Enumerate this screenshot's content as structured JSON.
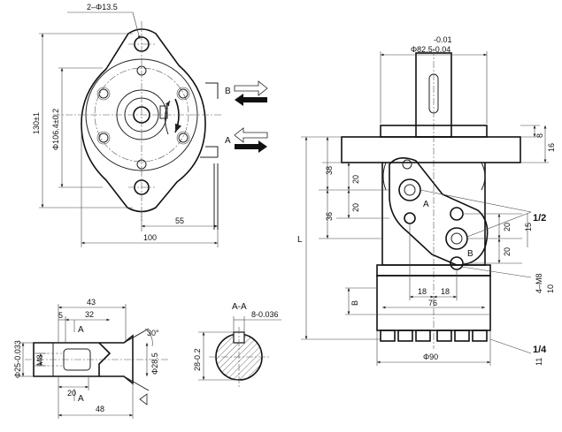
{
  "top_view": {
    "holes_callout": "2–Φ13.5",
    "dim_height": "130±1",
    "dim_bolt_circle": "Φ106.4±0.2",
    "dim_55": "55",
    "dim_100": "100",
    "port_b": "B",
    "port_a": "A"
  },
  "side_view": {
    "tol_upper": "-0.01",
    "pilot_dia": "Φ82.5-0.04",
    "dim_8": "8",
    "dim_16": "16",
    "dim_38": "38",
    "dim_20a": "20",
    "dim_20b": "20",
    "dim_36": "36",
    "dim_L": "L",
    "port_a": "A",
    "port_b": "B",
    "dim_20c": "20",
    "dim_15": "15",
    "dim_20d": "20",
    "thread_half": "1/2",
    "thread_m8": "4–M8",
    "dim_10": "10",
    "dim_18a": "18",
    "dim_18b": "18",
    "dim_76": "76",
    "dim_b": "B",
    "thread_quarter": "1/4",
    "dim_11": "11",
    "dim_90": "Φ90"
  },
  "shaft_view": {
    "dim_43": "43",
    "dim_5": "5",
    "dim_32": "32",
    "section_a_top": "A",
    "section_a_bottom": "A",
    "dim_shaft_dia": "Φ25-0.033",
    "dim_m8": "M8",
    "dim_30deg": "30°",
    "dim_28_5": "Φ28.5",
    "dim_20": "20",
    "dim_48": "48"
  },
  "section_view": {
    "title": "A-A",
    "key_width": "8-0.036",
    "key_depth": "28-0.2"
  }
}
